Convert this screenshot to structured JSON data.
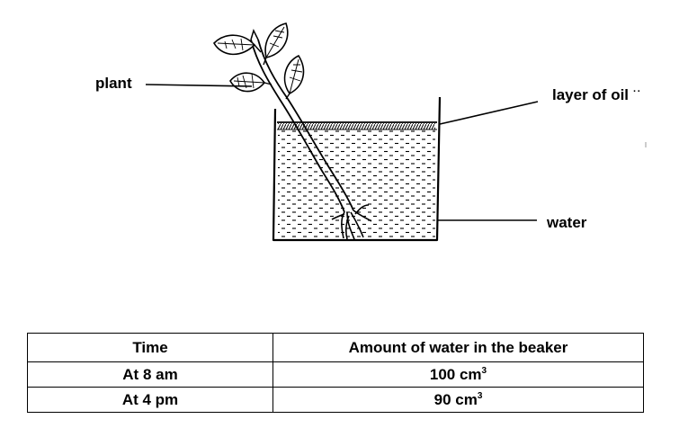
{
  "labels": {
    "plant": "plant",
    "oil": "layer of oil",
    "oil_marks": "··",
    "water": "water"
  },
  "table": {
    "headers": [
      "Time",
      "Amount of water in the beaker"
    ],
    "rows": [
      {
        "time": "At 8 am",
        "amount": "100 cm",
        "unit_power": "3"
      },
      {
        "time": "At 4 pm",
        "amount": "90 cm",
        "unit_power": "3"
      }
    ]
  }
}
